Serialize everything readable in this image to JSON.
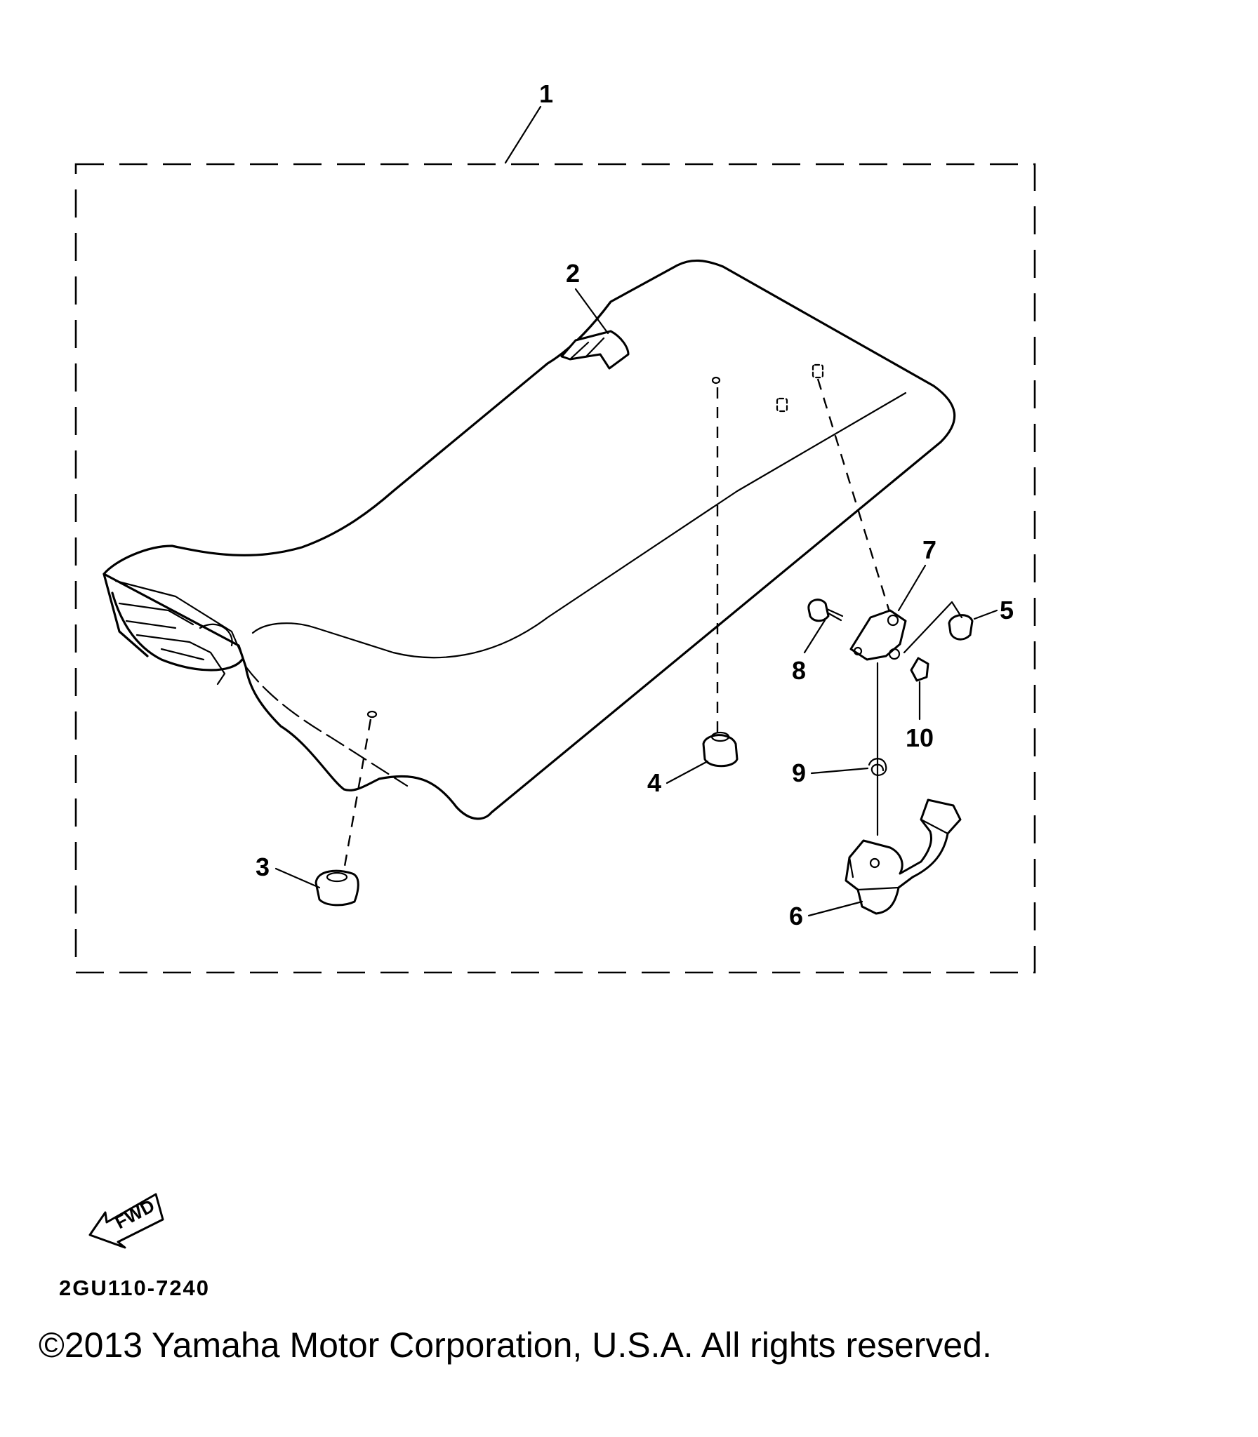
{
  "callouts": {
    "p1": "1",
    "p2": "2",
    "p3": "3",
    "p4": "4",
    "p5": "5",
    "p6": "6",
    "p7": "7",
    "p8": "8",
    "p9": "9",
    "p10": "10"
  },
  "direction_label": "FWD",
  "diagram_code": "2GU110-7240",
  "copyright": "©2013 Yamaha Motor Corporation, U.S.A. All rights reserved."
}
